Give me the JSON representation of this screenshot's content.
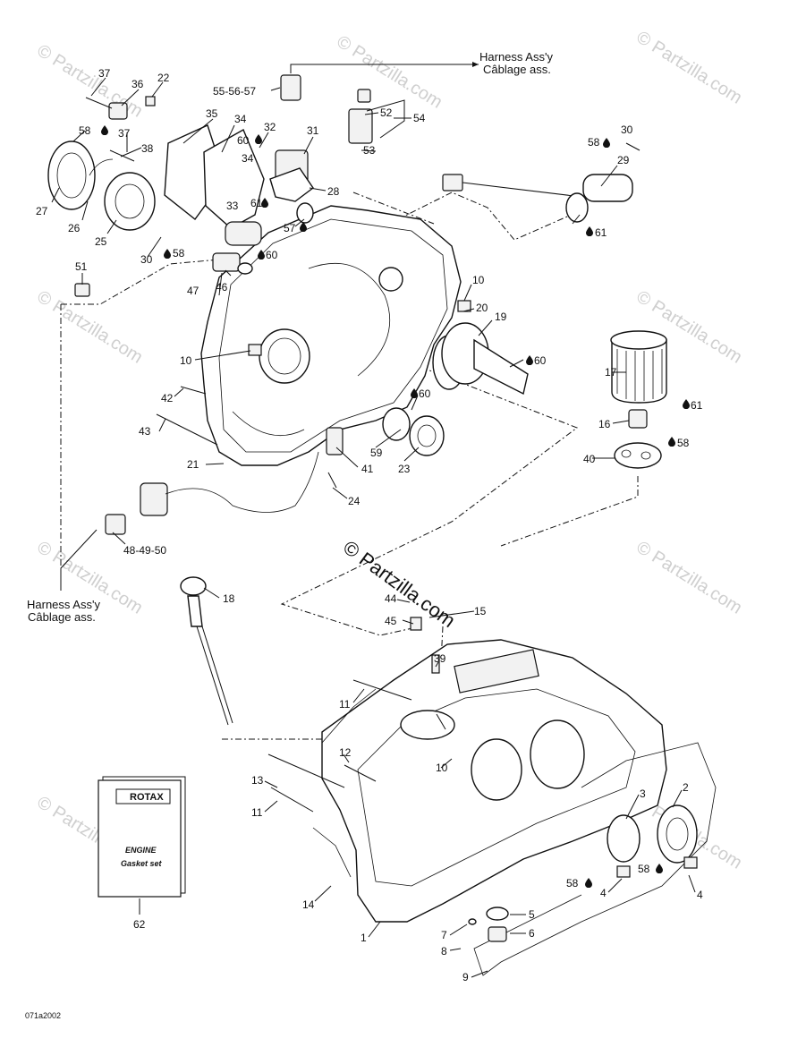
{
  "watermark": "© Partzilla.com",
  "center_watermark": "© Partzilla.com",
  "harness_top": {
    "line1": "Harness Ass'y",
    "line2": "Câblage ass."
  },
  "harness_left": {
    "line1": "Harness Ass'y",
    "line2": "Câblage ass."
  },
  "manual": {
    "brand": "ROTAX",
    "line1": "ENGINE",
    "line2": "Gasket set"
  },
  "diagram_code": "071a2002",
  "callouts": {
    "c1": "1",
    "c2": "2",
    "c3": "3",
    "c4a": "4",
    "c4b": "4",
    "c5": "5",
    "c6": "6",
    "c7": "7",
    "c8": "8",
    "c9": "9",
    "c10a": "10",
    "c10b": "10",
    "c10c": "10",
    "c11a": "11",
    "c11b": "11",
    "c12": "12",
    "c13": "13",
    "c14": "14",
    "c15": "15",
    "c16": "16",
    "c17": "17",
    "c18": "18",
    "c19": "19",
    "c20": "20",
    "c21": "21",
    "c22": "22",
    "c23": "23",
    "c24": "24",
    "c25": "25",
    "c26": "26",
    "c27": "27",
    "c28": "28",
    "c29": "29",
    "c30a": "30",
    "c30b": "30",
    "c31": "31",
    "c32": "32",
    "c33": "33",
    "c34a": "34",
    "c34b": "34",
    "c35": "35",
    "c36": "36",
    "c37a": "37",
    "c37b": "37",
    "c38": "38",
    "c39": "39",
    "c40": "40",
    "c41": "41",
    "c42": "42",
    "c43": "43",
    "c44": "44",
    "c45": "45",
    "c46": "46",
    "c47": "47",
    "c4850": "48-49-50",
    "c51": "51",
    "c52": "52",
    "c53": "53",
    "c54": "54",
    "c555657": "55-56-57",
    "c57": "57",
    "c58a": "58",
    "c58b": "58",
    "c58c": "58",
    "c58d": "58",
    "c58e": "58",
    "c58f": "58",
    "c59": "59",
    "c60a": "60",
    "c60b": "60",
    "c60c": "60",
    "c60d": "60",
    "c61a": "61",
    "c61b": "61",
    "c61c": "61",
    "c62": "62"
  }
}
